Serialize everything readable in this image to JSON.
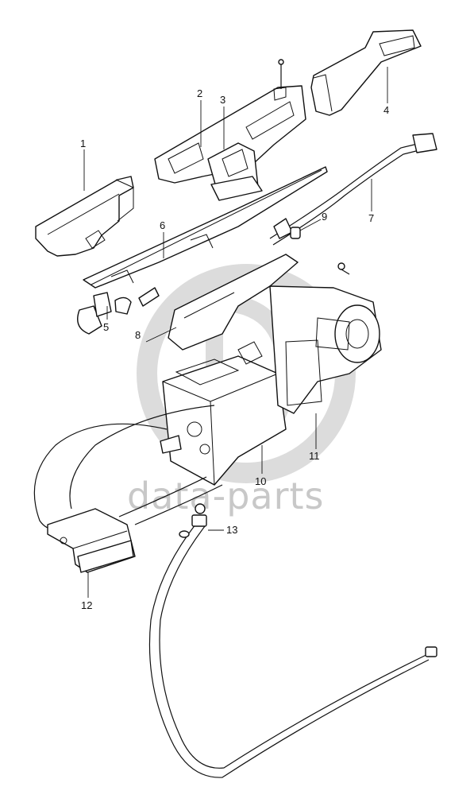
{
  "diagram": {
    "watermark": {
      "text": "data-parts",
      "color": "#c8c8c8"
    },
    "callouts": [
      {
        "id": "1",
        "label": "1"
      },
      {
        "id": "2",
        "label": "2"
      },
      {
        "id": "3",
        "label": "3"
      },
      {
        "id": "4",
        "label": "4"
      },
      {
        "id": "5",
        "label": "5"
      },
      {
        "id": "6",
        "label": "6"
      },
      {
        "id": "7",
        "label": "7"
      },
      {
        "id": "8",
        "label": "8"
      },
      {
        "id": "9",
        "label": "9"
      },
      {
        "id": "10",
        "label": "10"
      },
      {
        "id": "11",
        "label": "11"
      },
      {
        "id": "12",
        "label": "12"
      },
      {
        "id": "13",
        "label": "13"
      }
    ],
    "colors": {
      "line": "#111111",
      "background": "#ffffff",
      "watermark": "#c8c8c8"
    }
  }
}
